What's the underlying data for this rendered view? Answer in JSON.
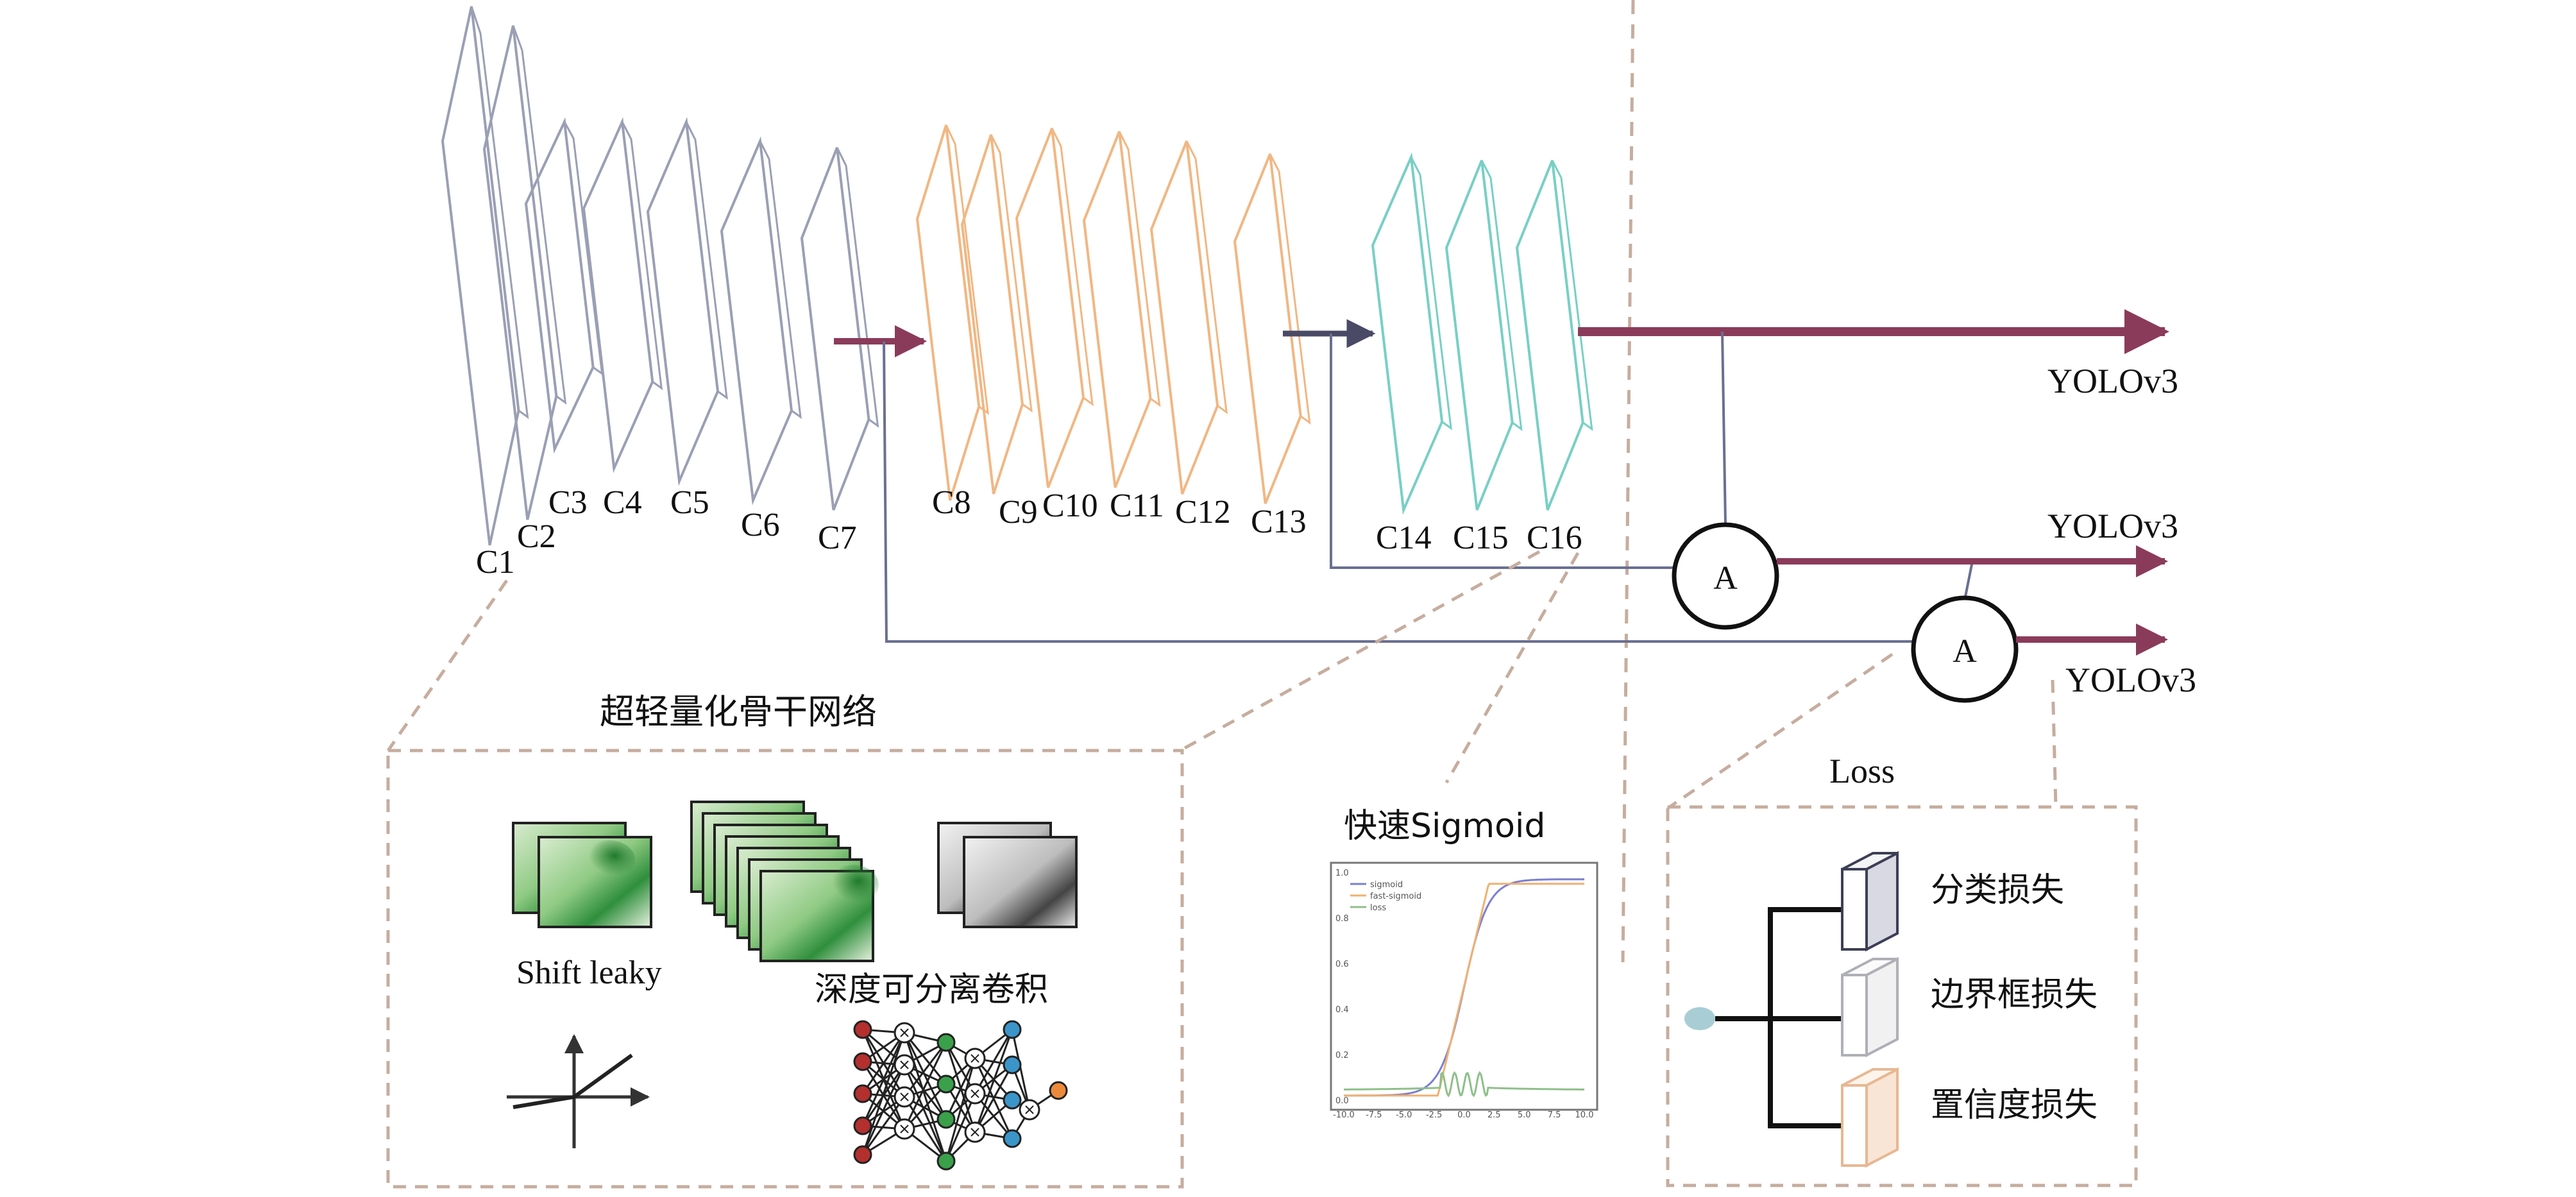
{
  "colors": {
    "gray_layer": "#9a9fb4",
    "orange_layer": "#f0b783",
    "teal_layer": "#78cfc5",
    "main_arrow": "#8b3b5a",
    "link_line": "#6a6f92",
    "dashed": "#c6ad9f",
    "green_map": "#2f8f3c",
    "node_red": "#b3302e",
    "node_green": "#3aa04a",
    "node_blue": "#3b95c9",
    "node_orange": "#ec8a3c"
  },
  "layers": {
    "labels": [
      "C1",
      "C2",
      "C3",
      "C4",
      "C5",
      "C6",
      "C7",
      "C8",
      "C9",
      "C10",
      "C11",
      "C12",
      "C13",
      "C14",
      "C15",
      "C16"
    ]
  },
  "attention": {
    "symbol": "A"
  },
  "outputs": {
    "yolo1": "YOLOv3",
    "yolo2": "YOLOv3",
    "yolo3": "YOLOv3"
  },
  "backbone_panel": {
    "title": "超轻量化骨干网络",
    "shift_leaky": "Shift leaky",
    "depthwise": "深度可分离卷积"
  },
  "sigmoid_panel": {
    "title": "快速Sigmoid",
    "legend": [
      "sigmoid",
      "fast-sigmoid",
      "loss"
    ],
    "x_ticks": [
      "-10.0",
      "-7.5",
      "-5.0",
      "-2.5",
      "0.0",
      "2.5",
      "5.0",
      "7.5",
      "10.0"
    ],
    "y_ticks": [
      "1.0",
      "0.8",
      "0.6",
      "0.4",
      "0.2",
      "0.0"
    ]
  },
  "loss_panel": {
    "title": "Loss",
    "items": [
      "分类损失",
      "边界框损失",
      "置信度损失"
    ]
  }
}
